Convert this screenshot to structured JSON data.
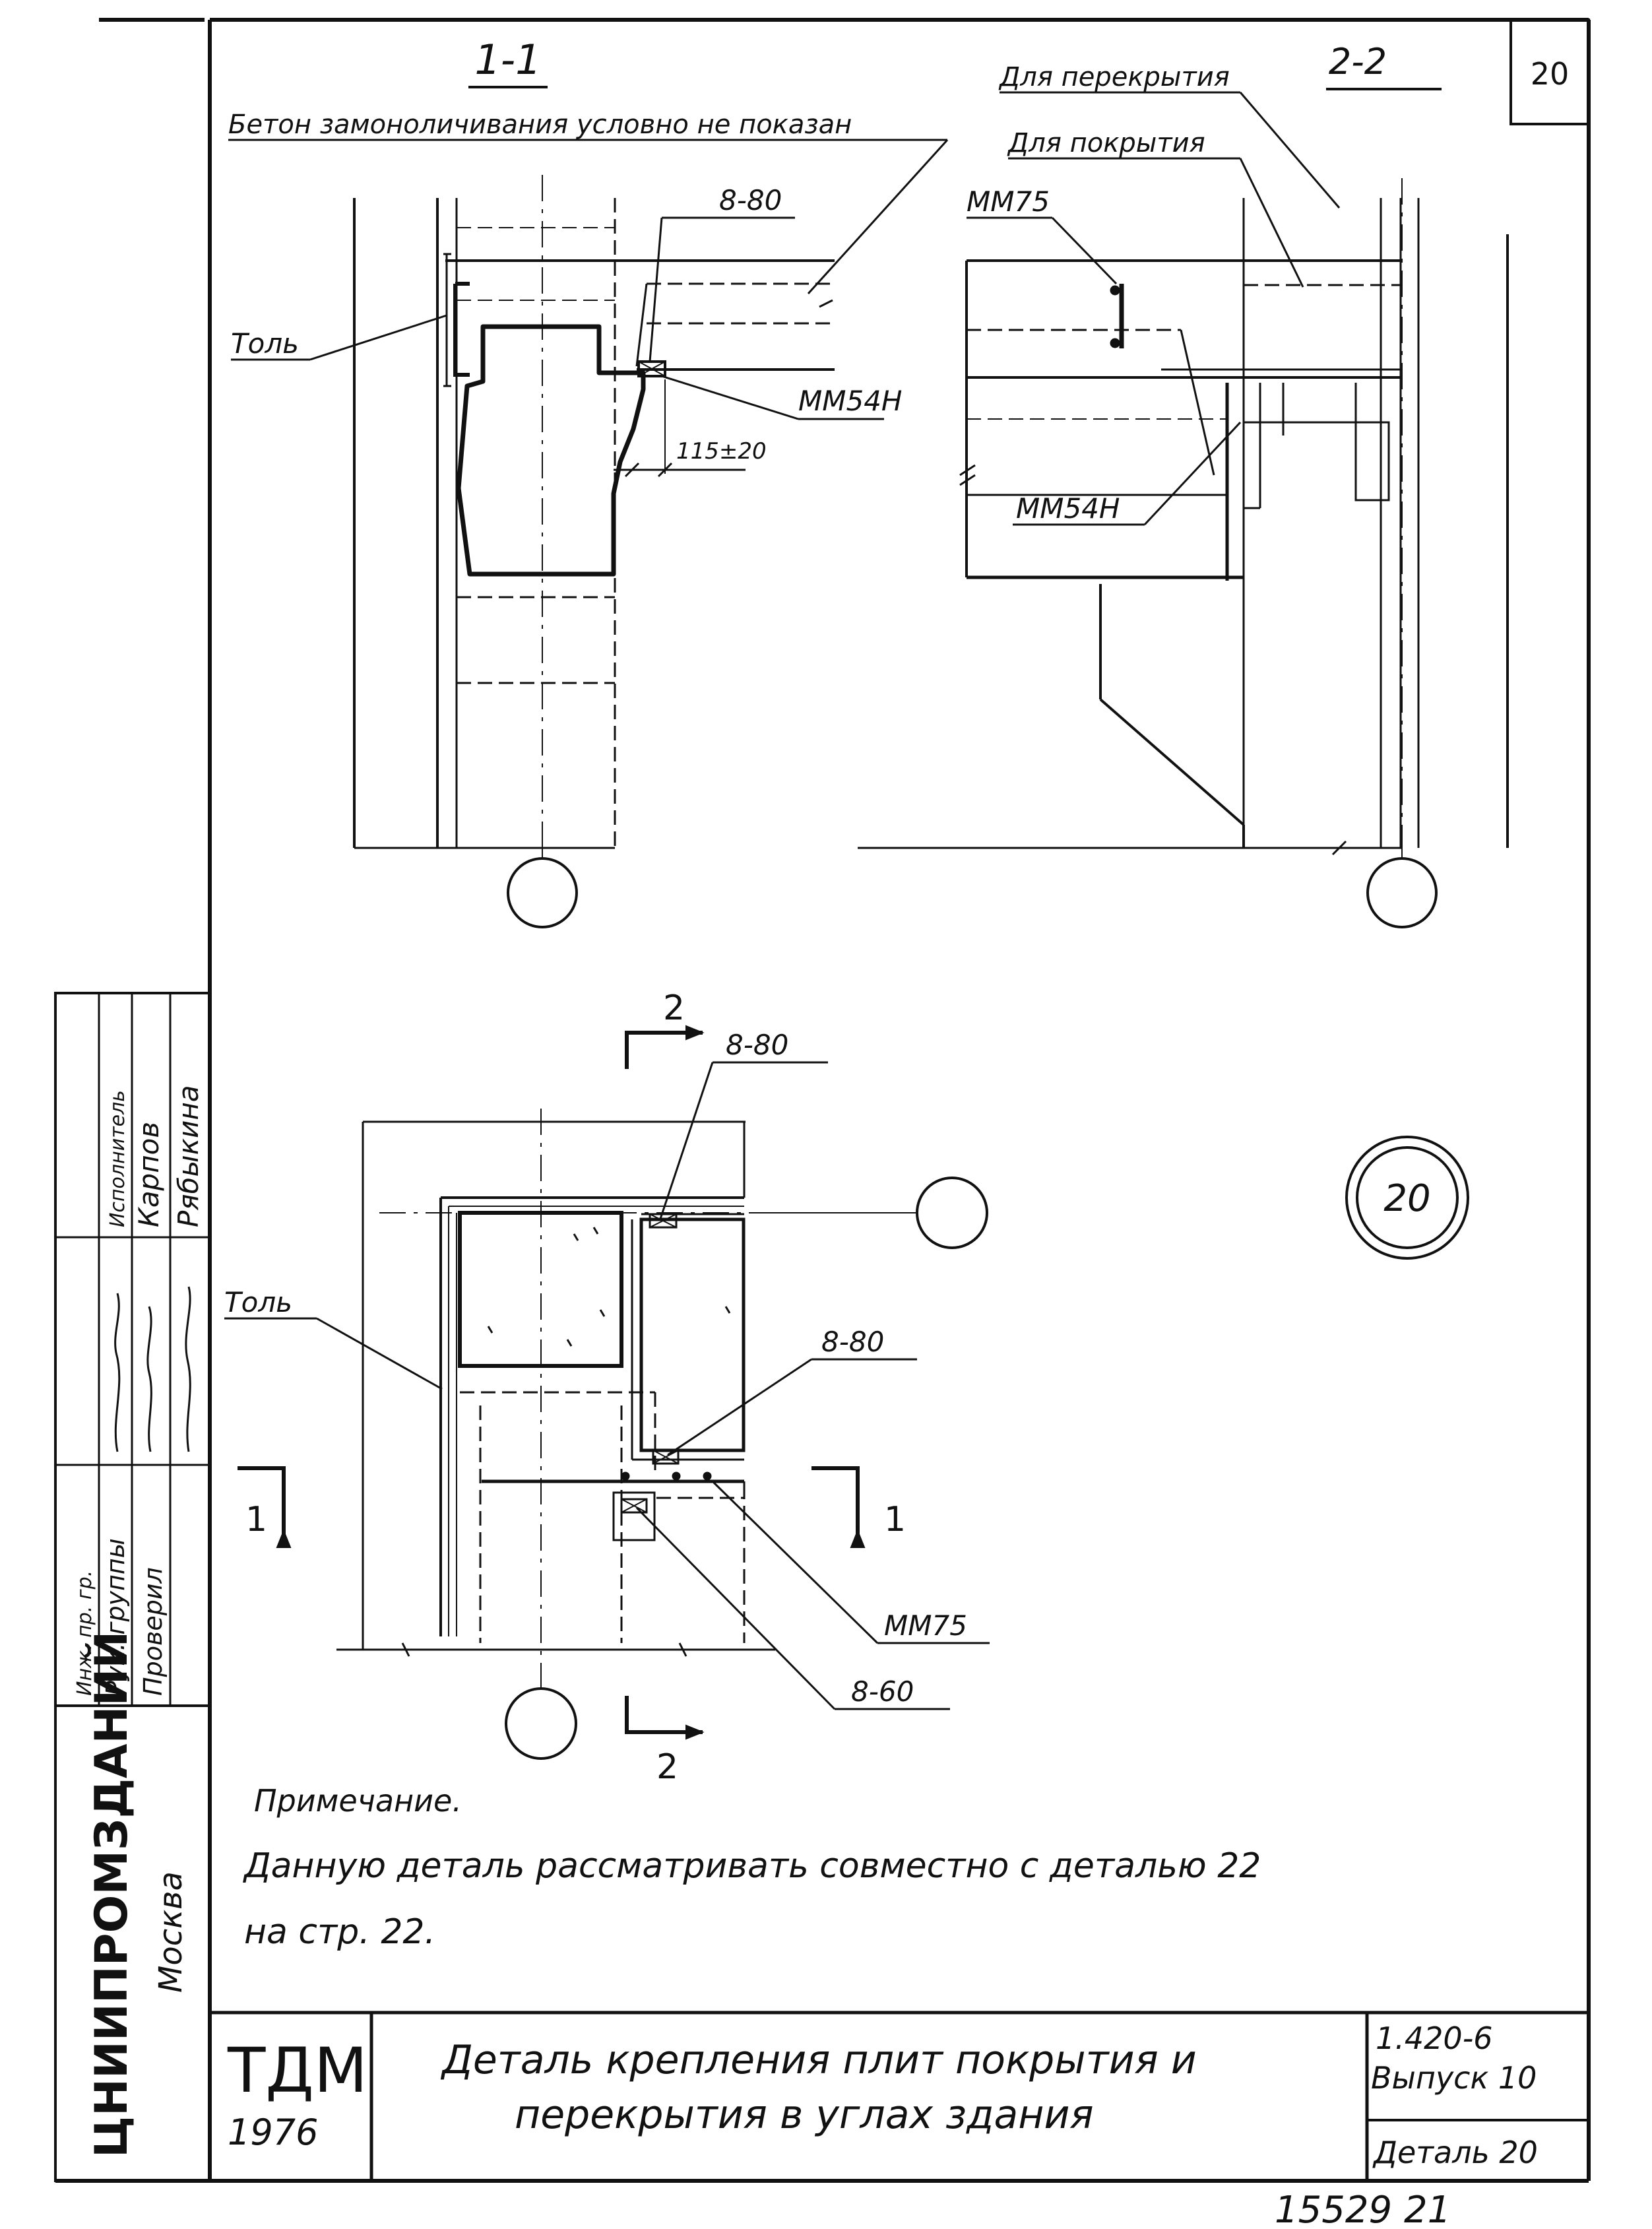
{
  "sheet_number": "20",
  "section_1": {
    "title": "1-1",
    "caption": "Бетон замоноличивания условно не показан",
    "labels": {
      "tol": "Толь",
      "rebar": "8-80",
      "embed": "ММ54Н",
      "dimension": "115±20"
    }
  },
  "section_2": {
    "title": "2-2",
    "label_floor": "Для перекрытия",
    "label_roof": "Для покрытия",
    "embed_top": "ММ75",
    "embed_bottom": "ММ54Н"
  },
  "plan": {
    "cut_2": "2",
    "cut_1": "1",
    "tol": "Толь",
    "rebar_a": "8-80",
    "rebar_b": "8-80",
    "embed": "ММ75",
    "rebar_c": "8-60",
    "detail_mark": "20"
  },
  "note": {
    "heading": "Примечание.",
    "line1": "Данную деталь рассматривать совместно с деталью 22",
    "line2": "на стр. 22."
  },
  "left_stamp": {
    "rows": [
      {
        "role": "Исполнитель",
        "sign": "",
        "name": "Карпов"
      },
      {
        "role": "Инж. пр. гр.",
        "sign": "",
        "name": "Рябыкина"
      },
      {
        "role": "Рук. группы",
        "sign": "",
        "name": ""
      },
      {
        "role": "Проверил",
        "sign": "",
        "name": ""
      }
    ],
    "org": "ЦНИИПРОМЗДАНИЙ",
    "city": "Москва"
  },
  "title_block": {
    "logo": "ТДМ",
    "year": "1976",
    "title_line1": "Деталь крепления плит покрытия и",
    "title_line2": "перекрытия в углах здания",
    "series": "1.420-6",
    "issue": "Выпуск 10",
    "detail": "Деталь 20"
  },
  "archive_number": "15529 21"
}
